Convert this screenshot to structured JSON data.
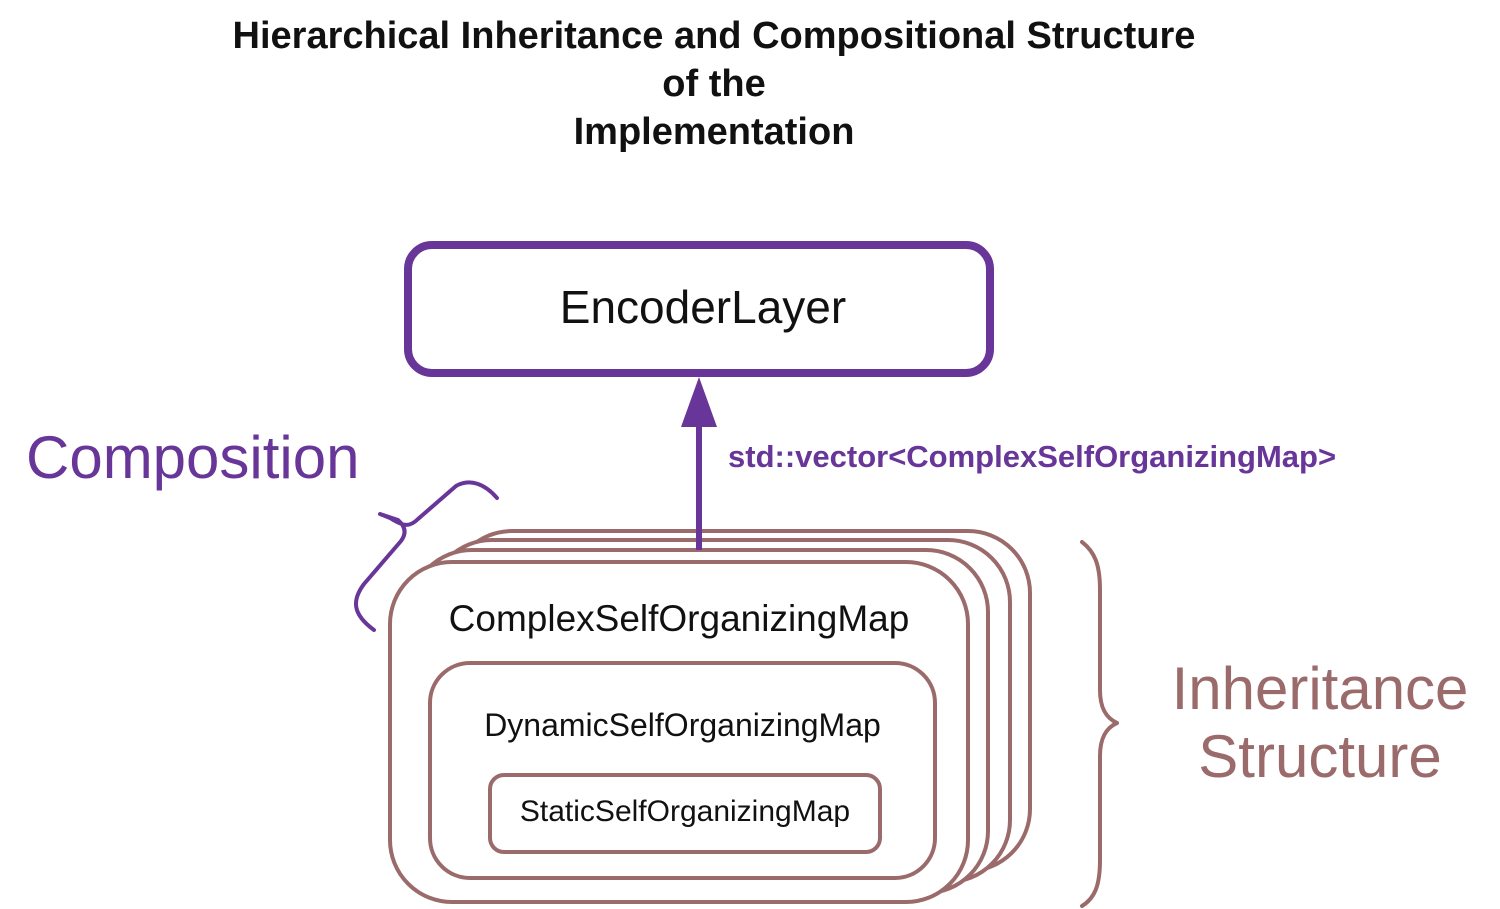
{
  "diagram": {
    "title_lines": [
      "Hierarchical Inheritance and Compositional Structure",
      "of the",
      "Implementation"
    ],
    "encoder_layer": "EncoderLayer",
    "composition_label": "Composition",
    "vector_label": "std::vector<ComplexSelfOrganizingMap>",
    "complex_map": "ComplexSelfOrganizingMap",
    "dynamic_map": "DynamicSelfOrganizingMap",
    "static_map": "StaticSelfOrganizingMap",
    "inheritance_lines": [
      "Inheritance",
      "Structure"
    ]
  },
  "colors": {
    "purple": "#683598",
    "brown": "#9b6b6b",
    "text": "#111111"
  }
}
